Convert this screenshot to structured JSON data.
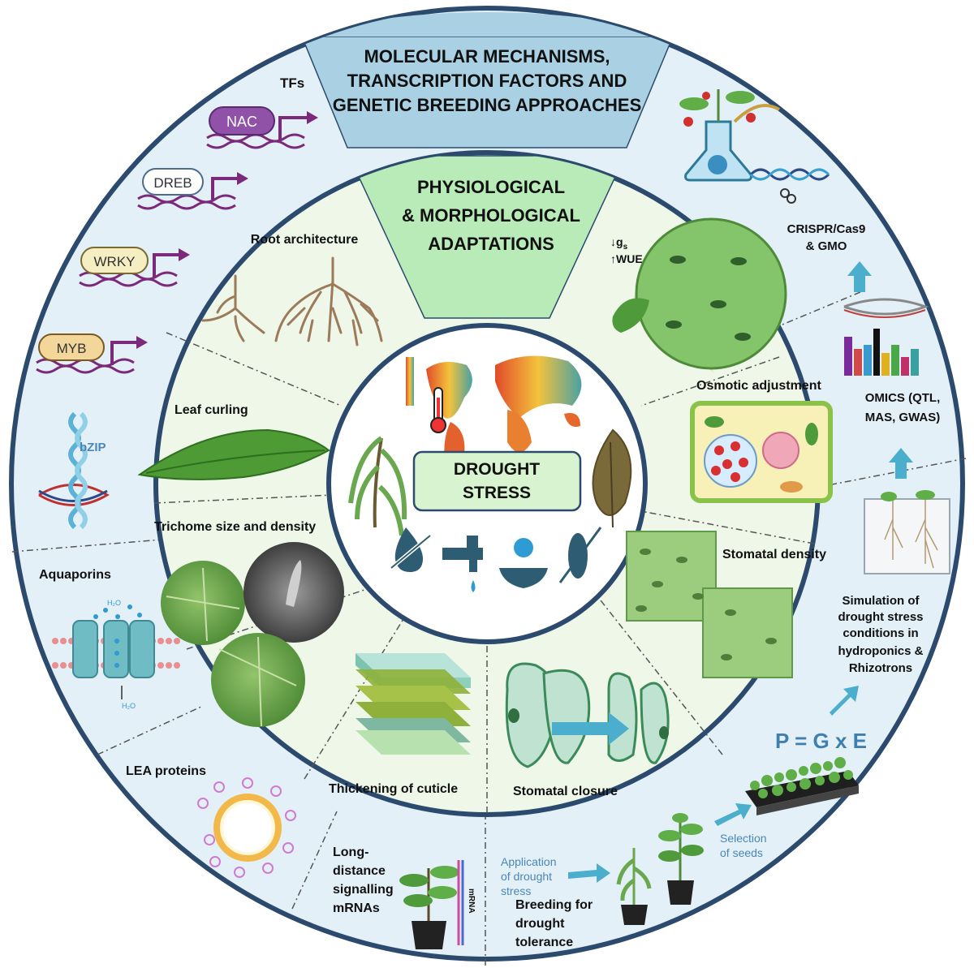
{
  "outer_header": [
    "MOLECULAR MECHANISMS,",
    "TRANSCRIPTION FACTORS AND",
    "GENETIC BREEDING APPROACHES"
  ],
  "inner_header": [
    "PHYSIOLOGICAL",
    "& MORPHOLOGICAL",
    "ADAPTATIONS"
  ],
  "center": {
    "title": [
      "DROUGHT",
      "STRESS"
    ]
  },
  "tfs": {
    "title": "TFs",
    "factors": [
      "NAC",
      "DREB",
      "WRKY",
      "MYB"
    ],
    "bzip": "bZIP"
  },
  "aquaporins": {
    "title": "Aquaporins",
    "h2o_top": "H₂O",
    "h2o_bottom": "H₂O"
  },
  "lea": {
    "title": "LEA proteins"
  },
  "long_distance": {
    "title": [
      "Long-",
      "distance",
      "signalling",
      "mRNAs"
    ],
    "mrna": "mRNA"
  },
  "breeding": {
    "title": [
      "Breeding for",
      "drought",
      "tolerance"
    ],
    "application": [
      "Application",
      "of drought",
      "stress"
    ],
    "selection": [
      "Selection",
      "of seeds"
    ],
    "pge": "P = G x E"
  },
  "simulation": {
    "title": [
      "Simulation of",
      "drought stress",
      "conditions in",
      "hydroponics &",
      "Rhizotrons"
    ]
  },
  "omics": {
    "title": [
      "OMICS (QTL,",
      "MAS, GWAS)"
    ]
  },
  "crispr": {
    "title": [
      "CRISPR/Cas9",
      "& GMO"
    ]
  },
  "inner_labels": {
    "root": "Root architecture",
    "leaf": "Leaf curling",
    "trichome": "Trichome size and density",
    "cuticle": "Thickening of cuticle",
    "closure": "Stomatal closure",
    "density": "Stomatal density",
    "osmotic": "Osmotic adjustment",
    "gs": "↓g",
    "gs_sub": "s",
    "wue": "↑WUE"
  },
  "colors": {
    "outer_ring": "#e4f0f7",
    "inner_ring": "#eef7e8",
    "outer_header": "#a9d1e3",
    "inner_header": "#b8ebb8",
    "center_box": "#d8f3cf",
    "arrow": "#4aaecc",
    "border": "#2c4a6e"
  }
}
